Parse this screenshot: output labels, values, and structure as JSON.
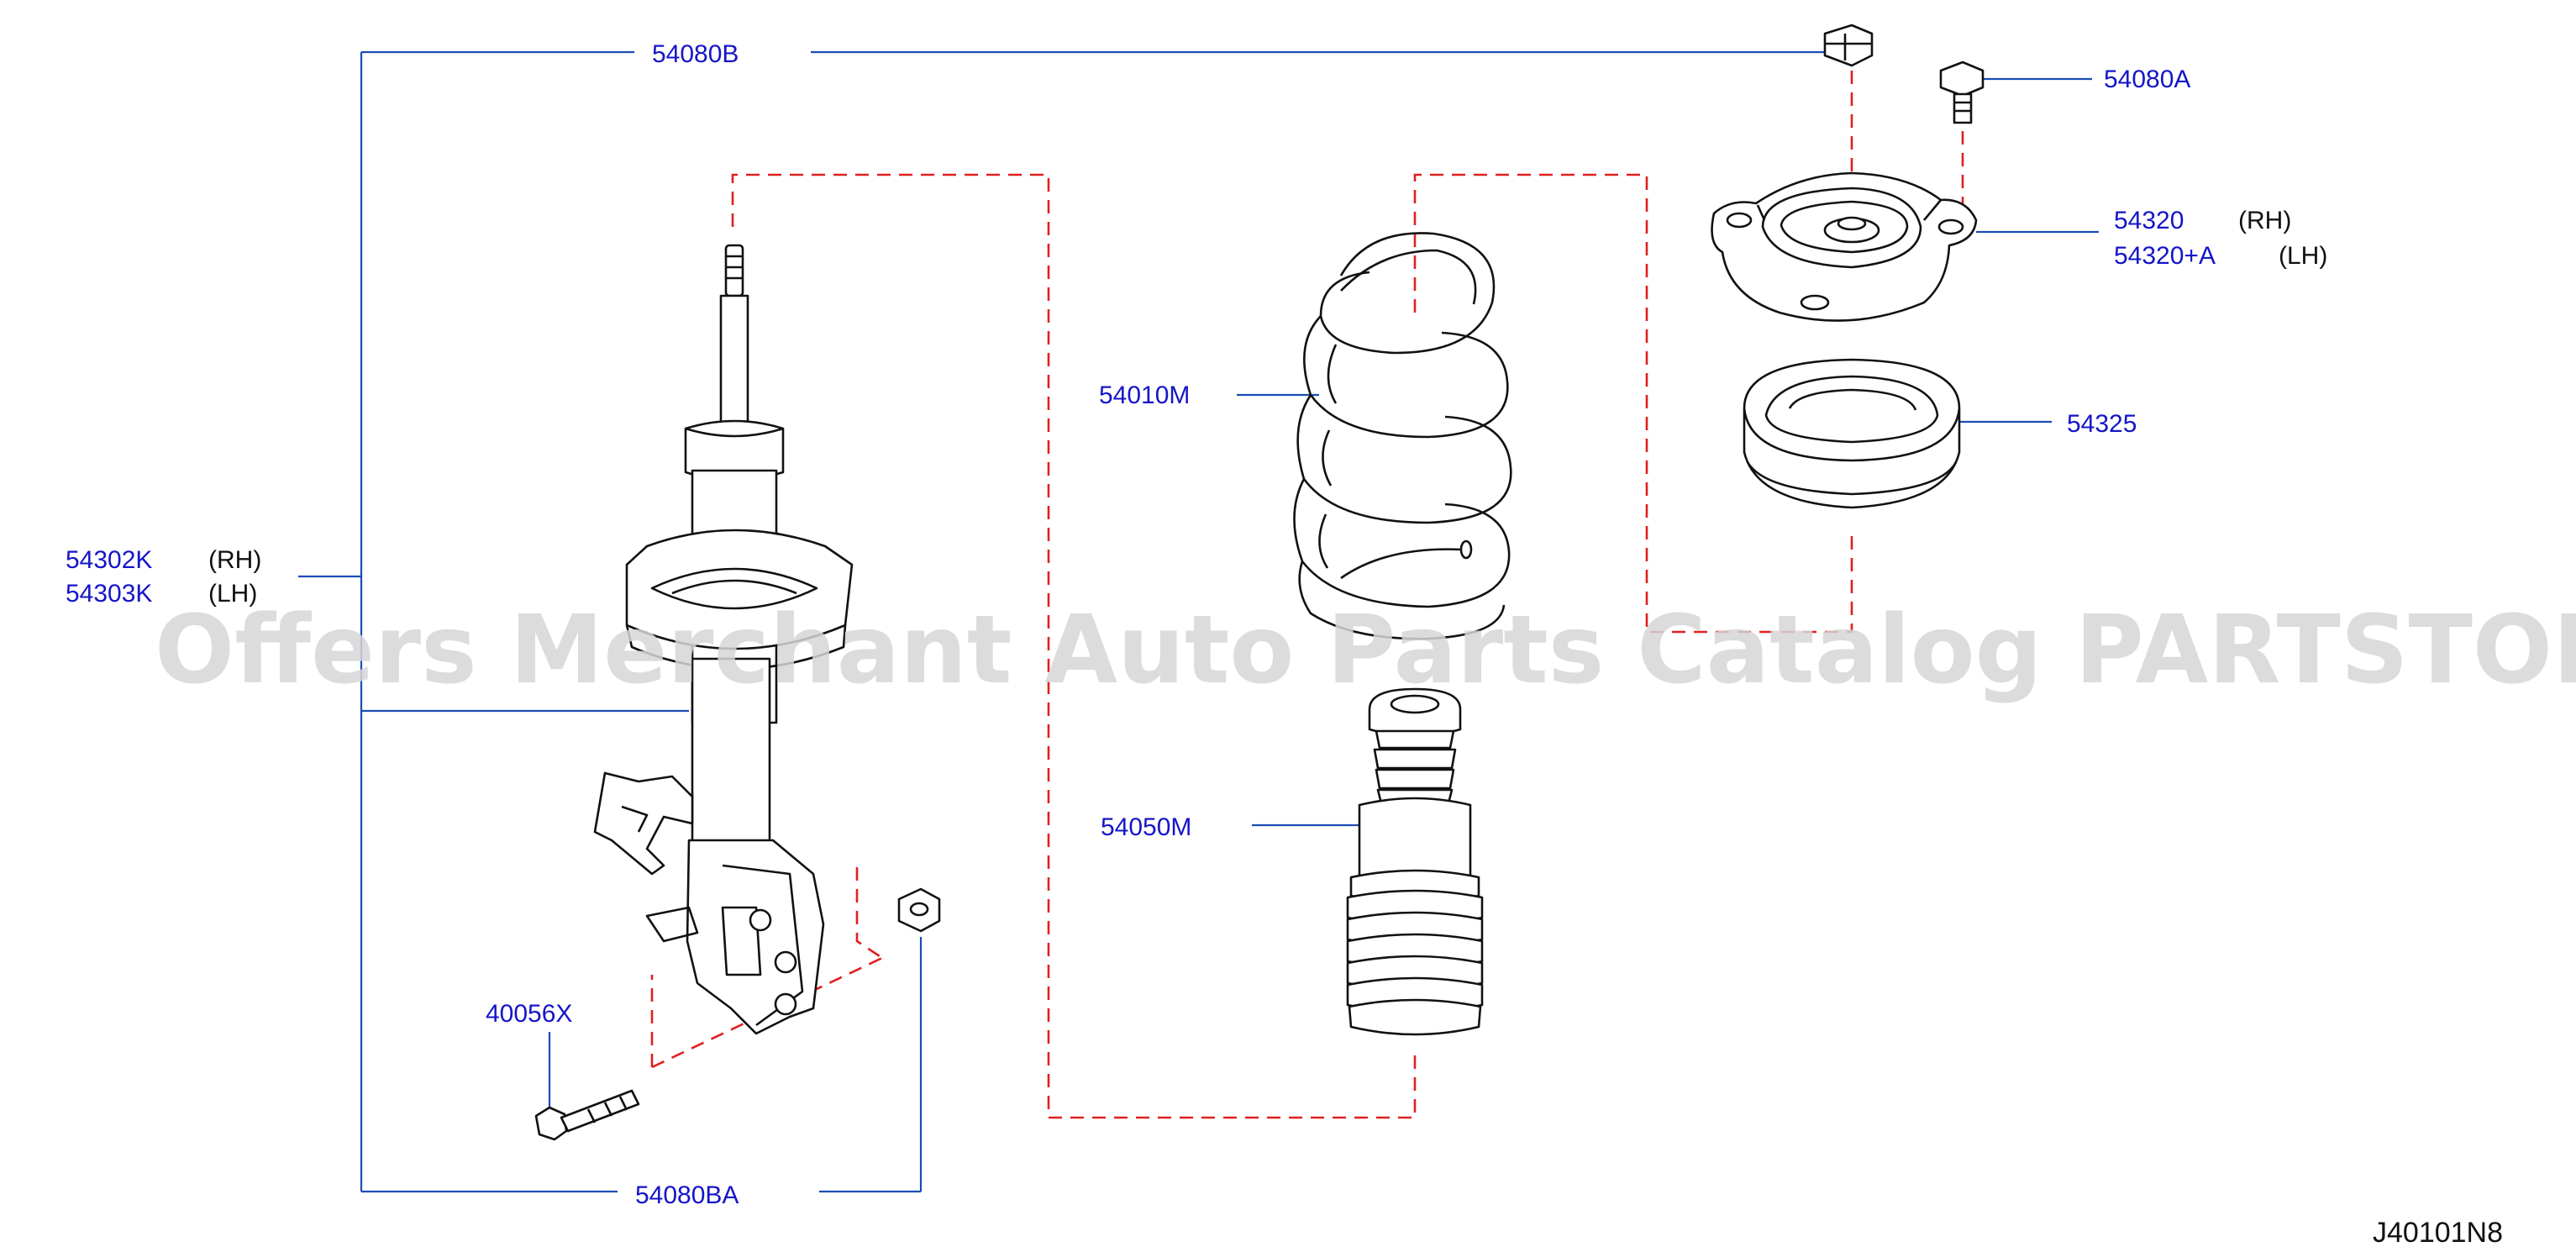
{
  "labels": {
    "l_54080B": "54080B",
    "l_54080A": "54080A",
    "l_54320": "54320",
    "l_54320_rh": "(RH)",
    "l_54320A": "54320+A",
    "l_54320A_lh": "(LH)",
    "l_54010M": "54010M",
    "l_54325": "54325",
    "l_54302K": "54302K",
    "l_54302K_rh": "(RH)",
    "l_54303K": "54303K",
    "l_54303K_lh": "(LH)",
    "l_54050M": "54050M",
    "l_40056X": "40056X",
    "l_54080BA": "54080BA"
  },
  "watermark": "Offers Merchant Auto Parts Catalog PARTSTORE.SA",
  "figure_code": "J40101N8",
  "colors": {
    "label": "#1515c8",
    "leader": "#1a4db3",
    "dashed_guide": "#e02020",
    "outline": "#111111",
    "watermark": "#d6d6d6"
  }
}
